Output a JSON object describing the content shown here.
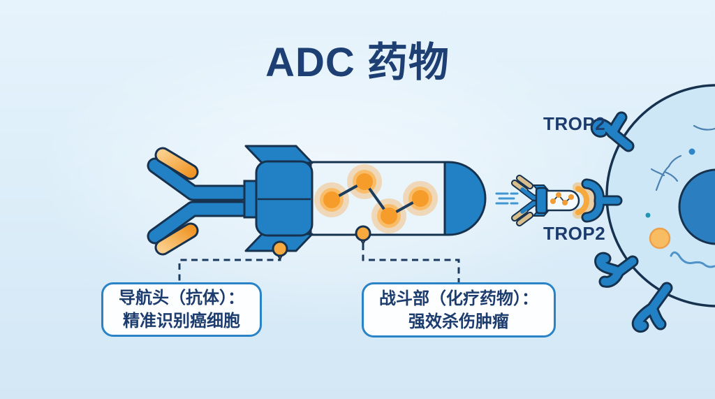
{
  "title": "ADC 药物",
  "receptor_labels": {
    "top": "TROP2",
    "bottom": "TROP2"
  },
  "callouts": {
    "antibody": {
      "line1": "导航头（抗体）：",
      "line2": "精准识别癌细胞"
    },
    "payload": {
      "line1": "战斗部（化疗药物）：",
      "line2": "强效杀伤肿瘤"
    }
  },
  "colors": {
    "background_top": "#e6f3fc",
    "background_bottom": "#d3e7f5",
    "title_navy": "#1d3f73",
    "outline_navy": "#16324f",
    "primary_blue": "#2181c4",
    "missile_body": "#eaf4fb",
    "payload_orange_core": "#f59c2b",
    "payload_orange_ring": "#f9bd69",
    "antibody_tip_orange_light": "#fbcf8a",
    "antibody_tip_orange_dark": "#ef9526",
    "mini_antibody_tan": "#d9be8d",
    "cell_fill": "#cde7f7",
    "nucleus_blue": "#2b7fc0",
    "organelle_orange": "#f8bc62",
    "callout_border": "#2a83c6",
    "callout_bg": "#fdfeff"
  }
}
